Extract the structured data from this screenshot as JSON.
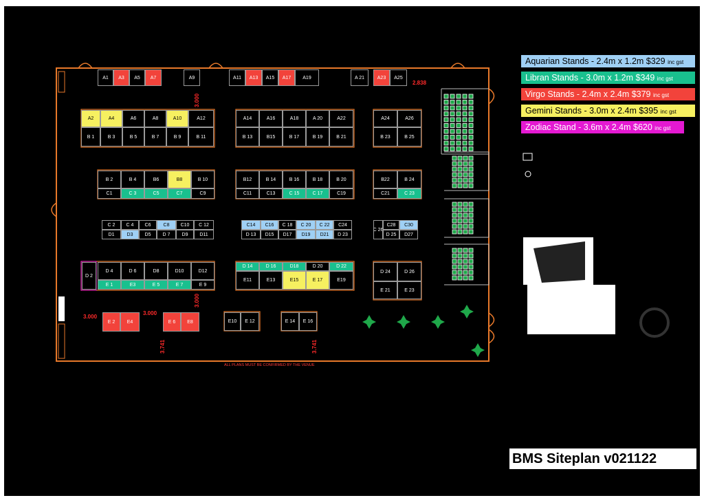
{
  "title": "BMS Siteplan v021122",
  "footnote": "ALL PLANS MUST BE CONFIRMED BY THE VENUE",
  "colors": {
    "background": "#000000",
    "outline": "#e8792a",
    "aquarian": "#9fd0f5",
    "libran": "#19c08e",
    "virgo": "#f2433b",
    "gemini": "#f6f060",
    "zodiac": "#e419d2",
    "black_stand": "#000000",
    "seats": "#1fa84a",
    "trees": "#1fa84a"
  },
  "legend": [
    {
      "type": "aquarian",
      "label": "Aquarian Stands - 2.4m x 1.2m $329 ",
      "gst": "inc gst"
    },
    {
      "type": "libran",
      "label": "Libran Stands - 3.0m x 1.2m $349 ",
      "gst": "inc gst"
    },
    {
      "type": "virgo",
      "label": "Virgo Stands - 2.4m x 2.4m $379 ",
      "gst": "inc gst"
    },
    {
      "type": "gemini",
      "label": "Gemini Stands - 3.0m x 2.4m $395 ",
      "gst": "inc gst"
    },
    {
      "type": "zodiac",
      "label": "Zodiac Stand - 3.6m x 2.4m $620 ",
      "gst": "inc gst"
    }
  ],
  "dimensions": [
    "3.000",
    "2.838",
    "3.000",
    "3.000",
    "3.000",
    "3.741",
    "3.741"
  ],
  "stands": [
    {
      "id": "A1",
      "type": "black"
    },
    {
      "id": "A3",
      "type": "virgo"
    },
    {
      "id": "A5",
      "type": "black"
    },
    {
      "id": "A7",
      "type": "virgo"
    },
    {
      "id": "A9",
      "type": "black"
    },
    {
      "id": "A11",
      "type": "black"
    },
    {
      "id": "A13",
      "type": "virgo"
    },
    {
      "id": "A15",
      "type": "black"
    },
    {
      "id": "A17",
      "type": "virgo"
    },
    {
      "id": "A19",
      "type": "black"
    },
    {
      "id": "A 21",
      "type": "black"
    },
    {
      "id": "A23",
      "type": "virgo"
    },
    {
      "id": "A25",
      "type": "black"
    },
    {
      "id": "A2",
      "type": "gemini"
    },
    {
      "id": "A4",
      "type": "gemini"
    },
    {
      "id": "A6",
      "type": "black"
    },
    {
      "id": "A8",
      "type": "black"
    },
    {
      "id": "A10",
      "type": "gemini"
    },
    {
      "id": "A12",
      "type": "black"
    },
    {
      "id": "B 1",
      "type": "black"
    },
    {
      "id": "B 3",
      "type": "black"
    },
    {
      "id": "B 5",
      "type": "black"
    },
    {
      "id": "B 7",
      "type": "black"
    },
    {
      "id": "B 9",
      "type": "black"
    },
    {
      "id": "B 11",
      "type": "black"
    },
    {
      "id": "A14",
      "type": "black"
    },
    {
      "id": "A16",
      "type": "black"
    },
    {
      "id": "A18",
      "type": "black"
    },
    {
      "id": "A 20",
      "type": "black"
    },
    {
      "id": "A22",
      "type": "black"
    },
    {
      "id": "B 13",
      "type": "black"
    },
    {
      "id": "B15",
      "type": "black"
    },
    {
      "id": "B 17",
      "type": "black"
    },
    {
      "id": "B 19",
      "type": "black"
    },
    {
      "id": "B 21",
      "type": "black"
    },
    {
      "id": "A24",
      "type": "black"
    },
    {
      "id": "A26",
      "type": "black"
    },
    {
      "id": "B 23",
      "type": "black"
    },
    {
      "id": "B 25",
      "type": "black"
    },
    {
      "id": "B 2",
      "type": "black"
    },
    {
      "id": "B 4",
      "type": "black"
    },
    {
      "id": "B6",
      "type": "black"
    },
    {
      "id": "B8",
      "type": "gemini"
    },
    {
      "id": "B 10",
      "type": "black"
    },
    {
      "id": "C1",
      "type": "black"
    },
    {
      "id": "C 3",
      "type": "libran"
    },
    {
      "id": "C5",
      "type": "libran"
    },
    {
      "id": "C7",
      "type": "libran"
    },
    {
      "id": "C9",
      "type": "black"
    },
    {
      "id": "B12",
      "type": "black"
    },
    {
      "id": "B 14",
      "type": "black"
    },
    {
      "id": "B 16",
      "type": "black"
    },
    {
      "id": "B 18",
      "type": "black"
    },
    {
      "id": "B 20",
      "type": "black"
    },
    {
      "id": "C11",
      "type": "black"
    },
    {
      "id": "C13",
      "type": "black"
    },
    {
      "id": "C 15",
      "type": "libran"
    },
    {
      "id": "C 17",
      "type": "libran"
    },
    {
      "id": "C19",
      "type": "black"
    },
    {
      "id": "B22",
      "type": "black"
    },
    {
      "id": "B 24",
      "type": "black"
    },
    {
      "id": "C21",
      "type": "black"
    },
    {
      "id": "C 23",
      "type": "libran"
    },
    {
      "id": "C 2",
      "type": "black"
    },
    {
      "id": "C 4",
      "type": "black"
    },
    {
      "id": "C6",
      "type": "black"
    },
    {
      "id": "C8",
      "type": "aquarian"
    },
    {
      "id": "C10",
      "type": "black"
    },
    {
      "id": "C 12",
      "type": "black"
    },
    {
      "id": "D1",
      "type": "black"
    },
    {
      "id": "D3",
      "type": "aquarian"
    },
    {
      "id": "D5",
      "type": "black"
    },
    {
      "id": "D 7",
      "type": "black"
    },
    {
      "id": "D9",
      "type": "black"
    },
    {
      "id": "D11",
      "type": "black"
    },
    {
      "id": "C14",
      "type": "aquarian"
    },
    {
      "id": "C16",
      "type": "aquarian"
    },
    {
      "id": "C 18",
      "type": "black"
    },
    {
      "id": "C 20",
      "type": "aquarian"
    },
    {
      "id": "C 22",
      "type": "aquarian"
    },
    {
      "id": "C24",
      "type": "black"
    },
    {
      "id": "D 13",
      "type": "black"
    },
    {
      "id": "D15",
      "type": "black"
    },
    {
      "id": "D17",
      "type": "black"
    },
    {
      "id": "D19",
      "type": "aquarian"
    },
    {
      "id": "D21",
      "type": "aquarian"
    },
    {
      "id": "D 23",
      "type": "black"
    },
    {
      "id": "C 26",
      "type": "black"
    },
    {
      "id": "C28",
      "type": "black"
    },
    {
      "id": "C30",
      "type": "aquarian"
    },
    {
      "id": "D 25",
      "type": "black"
    },
    {
      "id": "D27",
      "type": "black"
    },
    {
      "id": "D 2",
      "type": "black"
    },
    {
      "id": "D 4",
      "type": "black"
    },
    {
      "id": "D 6",
      "type": "black"
    },
    {
      "id": "D8",
      "type": "black"
    },
    {
      "id": "D10",
      "type": "black"
    },
    {
      "id": "D12",
      "type": "black"
    },
    {
      "id": "E 1",
      "type": "libran"
    },
    {
      "id": "E3",
      "type": "libran"
    },
    {
      "id": "E 5",
      "type": "libran"
    },
    {
      "id": "E 7",
      "type": "libran"
    },
    {
      "id": "E 9",
      "type": "black"
    },
    {
      "id": "D 14",
      "type": "libran"
    },
    {
      "id": "D 16",
      "type": "libran"
    },
    {
      "id": "D18",
      "type": "libran"
    },
    {
      "id": "D 20",
      "type": "black"
    },
    {
      "id": "D 22",
      "type": "libran"
    },
    {
      "id": "E11",
      "type": "black"
    },
    {
      "id": "E13",
      "type": "black"
    },
    {
      "id": "E15",
      "type": "gemini"
    },
    {
      "id": "E 17",
      "type": "gemini"
    },
    {
      "id": "E19",
      "type": "black"
    },
    {
      "id": "D 24",
      "type": "black"
    },
    {
      "id": "D 26",
      "type": "black"
    },
    {
      "id": "E 21",
      "type": "black"
    },
    {
      "id": "E 23",
      "type": "black"
    },
    {
      "id": "E 2",
      "type": "virgo"
    },
    {
      "id": "E4",
      "type": "virgo"
    },
    {
      "id": "E 6",
      "type": "virgo"
    },
    {
      "id": "E8",
      "type": "virgo"
    },
    {
      "id": "E10",
      "type": "black"
    },
    {
      "id": "E 12",
      "type": "black"
    },
    {
      "id": "E 14",
      "type": "black"
    },
    {
      "id": "E 16",
      "type": "black"
    }
  ]
}
